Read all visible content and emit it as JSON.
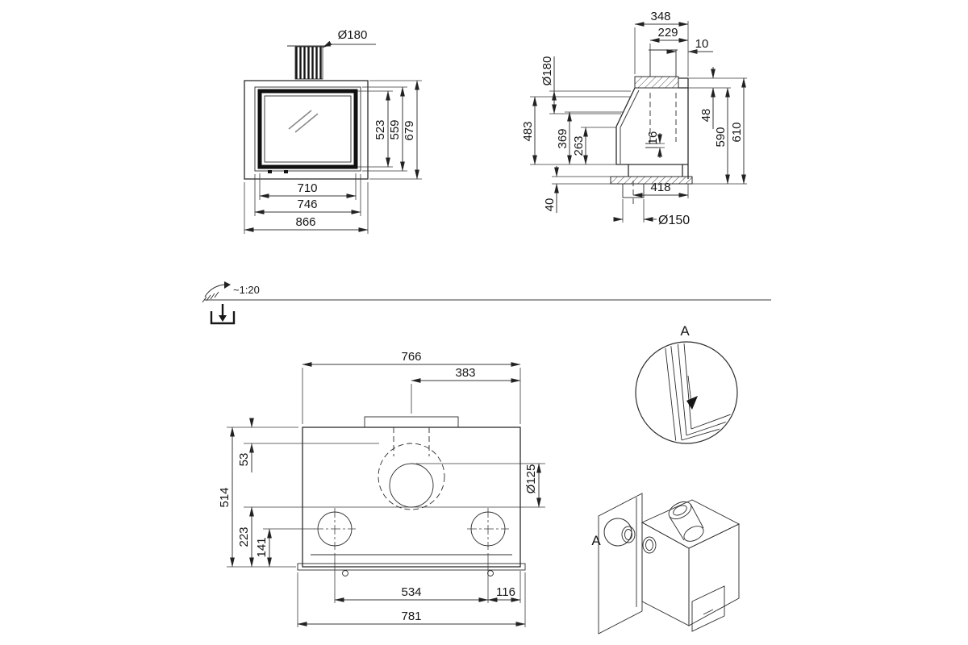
{
  "drawing": {
    "scale_note": "~1:20",
    "front_view": {
      "flue_diameter": "Ø180",
      "glass_height": "523",
      "door_height": "559",
      "total_height": "679",
      "glass_width": "710",
      "door_width": "746",
      "total_width": "866"
    },
    "side_view": {
      "top_depth": "348",
      "flue_offset": "229",
      "rear_gap": "10",
      "flue_diameter": "Ø180",
      "front_height": "483",
      "opening_height": "369",
      "lower_height": "263",
      "baffle_thickness": "16",
      "top_step": "48",
      "body_height": "590",
      "total_height": "610",
      "base_height": "40",
      "base_depth": "418",
      "air_inlet_diameter": "Ø150"
    },
    "top_view": {
      "body_width": "766",
      "flue_offset": "383",
      "flue_front_distance": "53",
      "total_depth": "514",
      "outlet_zone_depth": "223",
      "outlet_center_distance": "141",
      "outlet_diameter": "Ø125",
      "outlet_spacing": "534",
      "outlet_edge_distance": "116",
      "front_rail_width": "781"
    },
    "detail_view": {
      "label": "A"
    },
    "iso_view": {
      "marker": "A"
    }
  }
}
